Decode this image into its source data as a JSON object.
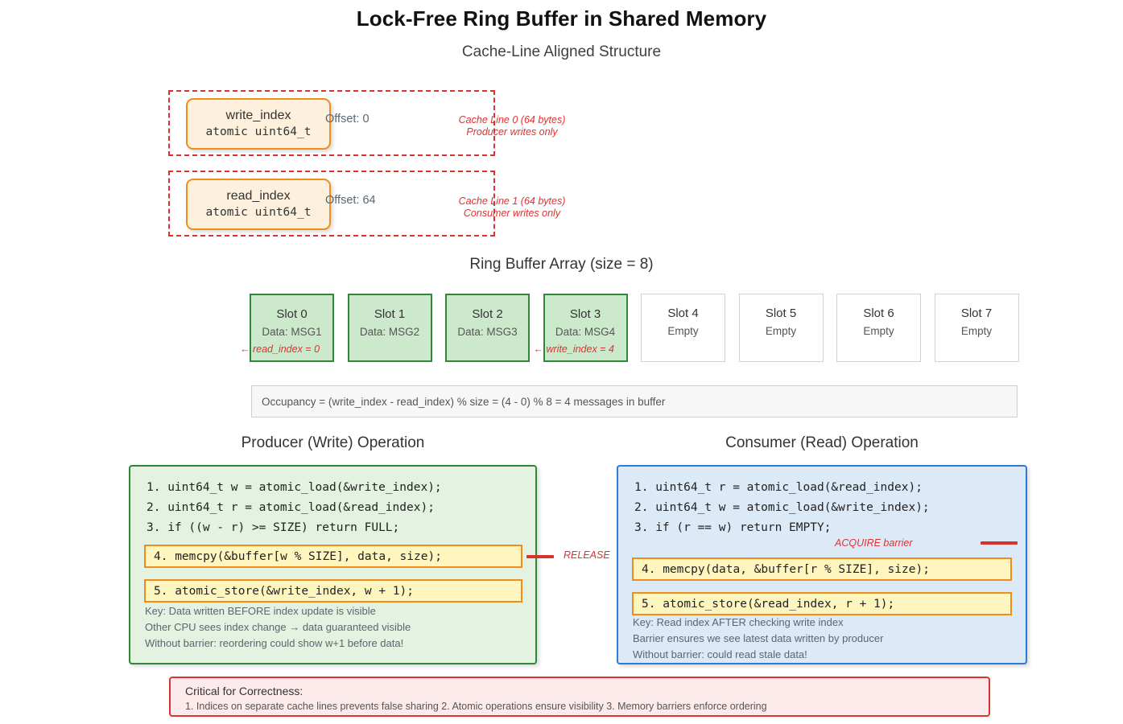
{
  "header": {
    "title": "Lock-Free Ring Buffer in Shared Memory",
    "subtitle": "Cache-Line Aligned Structure"
  },
  "cache_lines": [
    {
      "field_name": "write_index",
      "field_type": "atomic uint64_t",
      "offset_label": "Offset: 0",
      "note_line1": "Cache Line 0 (64 bytes)",
      "note_line2": "Producer writes only"
    },
    {
      "field_name": "read_index",
      "field_type": "atomic uint64_t",
      "offset_label": "Offset: 64",
      "note_line1": "Cache Line 1 (64 bytes)",
      "note_line2": "Consumer writes only"
    }
  ],
  "ring": {
    "heading": "Ring Buffer Array (size = 8)",
    "slots": [
      {
        "name": "Slot 0",
        "data": "Data: MSG1",
        "state": "filled",
        "pointer": "← read_index = 0"
      },
      {
        "name": "Slot 1",
        "data": "Data: MSG2",
        "state": "filled",
        "pointer": ""
      },
      {
        "name": "Slot 2",
        "data": "Data: MSG3",
        "state": "filled",
        "pointer": ""
      },
      {
        "name": "Slot 3",
        "data": "Data: MSG4",
        "state": "filled",
        "pointer": "← write_index = 4"
      },
      {
        "name": "Slot 4",
        "data": "Empty",
        "state": "empty",
        "pointer": ""
      },
      {
        "name": "Slot 5",
        "data": "Empty",
        "state": "empty",
        "pointer": ""
      },
      {
        "name": "Slot 6",
        "data": "Empty",
        "state": "empty",
        "pointer": ""
      },
      {
        "name": "Slot 7",
        "data": "Empty",
        "state": "empty",
        "pointer": ""
      }
    ],
    "occupancy": "Occupancy = (write_index - read_index) % size = (4 - 0) % 8 = 4 messages in buffer"
  },
  "producer": {
    "heading": "Producer (Write) Operation",
    "lines": [
      "1. uint64_t w = atomic_load(&write_index);",
      "2. uint64_t r = atomic_load(&read_index);",
      "3. if ((w - r) >= SIZE) return FULL;"
    ],
    "highlighted": [
      "4. memcpy(&buffer[w % SIZE], data, size);",
      "5. atomic_store(&write_index, w + 1);"
    ],
    "notes": [
      "Key: Data written BEFORE index update is visible",
      "Other CPU sees index change → data guaranteed visible",
      "Without barrier: reordering could show w+1 before data!"
    ]
  },
  "consumer": {
    "heading": "Consumer (Read) Operation",
    "lines": [
      "1. uint64_t r = atomic_load(&read_index);",
      "2. uint64_t w = atomic_load(&write_index);",
      "3. if (r == w) return EMPTY;"
    ],
    "highlighted": [
      "4. memcpy(data, &buffer[r % SIZE], size);",
      "5. atomic_store(&read_index, r + 1);"
    ],
    "notes": [
      "Key: Read index AFTER checking write index",
      "Barrier ensures we see latest data written by producer",
      "Without barrier: could read stale data!"
    ]
  },
  "barriers": {
    "release_label": "RELEASE",
    "acquire_label": "ACQUIRE barrier"
  },
  "critical": {
    "title": "Critical for Correctness:",
    "body": "1. Indices on separate cache lines prevents false sharing 2. Atomic operations ensure visibility 3. Memory barriers enforce ordering"
  },
  "colors": {
    "accent_red": "#e03131",
    "producer_green": "#2d8a34",
    "consumer_blue": "#2b7cd3",
    "highlight_orange": "#f08c1a"
  }
}
